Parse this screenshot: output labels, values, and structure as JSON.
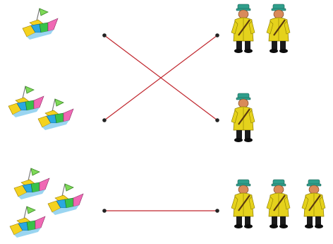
{
  "colors": {
    "line": "#c0262d",
    "dot": "#222222",
    "boat_yellow": "#f4d21e",
    "boat_blue": "#2aa8e0",
    "boat_green": "#38c24a",
    "boat_pink": "#f068b4",
    "flag_green": "#7ed957",
    "man_coat": "#e5d21c",
    "man_hat": "#2f9f8c",
    "man_pants": "#1b1b1b",
    "man_skin": "#d98a5a"
  },
  "left_groups": [
    {
      "id": "one-boat",
      "count": 1
    },
    {
      "id": "two-boats",
      "count": 2
    },
    {
      "id": "three-boats",
      "count": 3
    }
  ],
  "right_groups": [
    {
      "id": "two-men",
      "count": 2
    },
    {
      "id": "one-man",
      "count": 1
    },
    {
      "id": "three-men",
      "count": 3
    }
  ],
  "connections": [
    {
      "from": "one-boat",
      "to": "one-man"
    },
    {
      "from": "two-boats",
      "to": "two-men"
    },
    {
      "from": "three-boats",
      "to": "three-men"
    }
  ]
}
